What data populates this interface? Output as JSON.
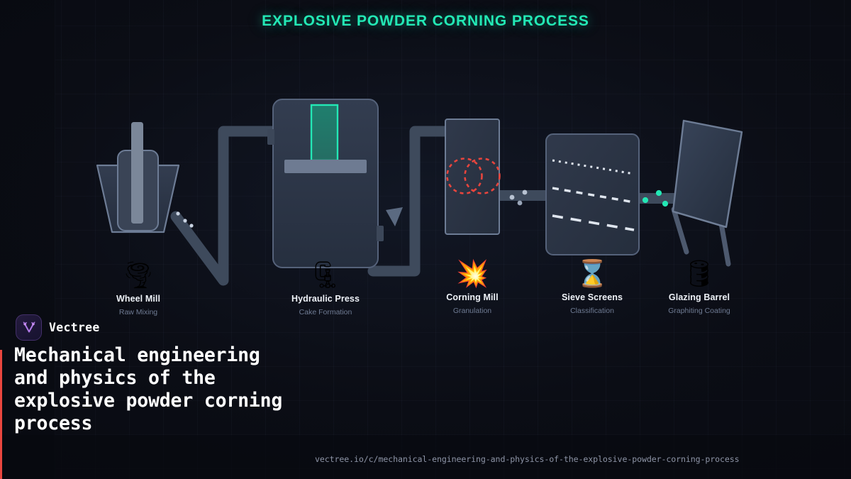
{
  "title": "EXPLOSIVE POWDER CORNING PROCESS",
  "colors": {
    "accent_teal": "#23e8b5",
    "background": "#0b0d15",
    "machine_fill": "#2b3446",
    "machine_stroke": "#6b7a93",
    "conveyor": "#3d4858",
    "roller_red": "#e8453d",
    "brand_purple": "#b07ae8",
    "red_accent_bar": "#e9463f"
  },
  "stages": [
    {
      "id": "wheel-mill",
      "name": "Wheel Mill",
      "subtitle": "Raw Mixing",
      "icon": "tornado-icon",
      "emoji": "🌪"
    },
    {
      "id": "hydraulic-press",
      "name": "Hydraulic Press",
      "subtitle": "Cake Formation",
      "icon": "clamp-icon",
      "emoji": "🗜"
    },
    {
      "id": "corning-mill",
      "name": "Corning Mill",
      "subtitle": "Granulation",
      "icon": "explosion-icon",
      "emoji": "💥"
    },
    {
      "id": "sieve-screens",
      "name": "Sieve Screens",
      "subtitle": "Classification",
      "icon": "hourglass-icon",
      "emoji": "⌛"
    },
    {
      "id": "glazing-barrel",
      "name": "Glazing Barrel",
      "subtitle": "Graphiting Coating",
      "icon": "oil-drum-icon",
      "emoji": "🛢"
    }
  ],
  "brand": {
    "name": "Vectree",
    "logo_icon": "vectree-logo-icon"
  },
  "headline": "Mechanical engineering and physics of the explosive powder corning process",
  "url": "vectree.io/c/mechanical-engineering-and-physics-of-the-explosive-powder-corning-process"
}
